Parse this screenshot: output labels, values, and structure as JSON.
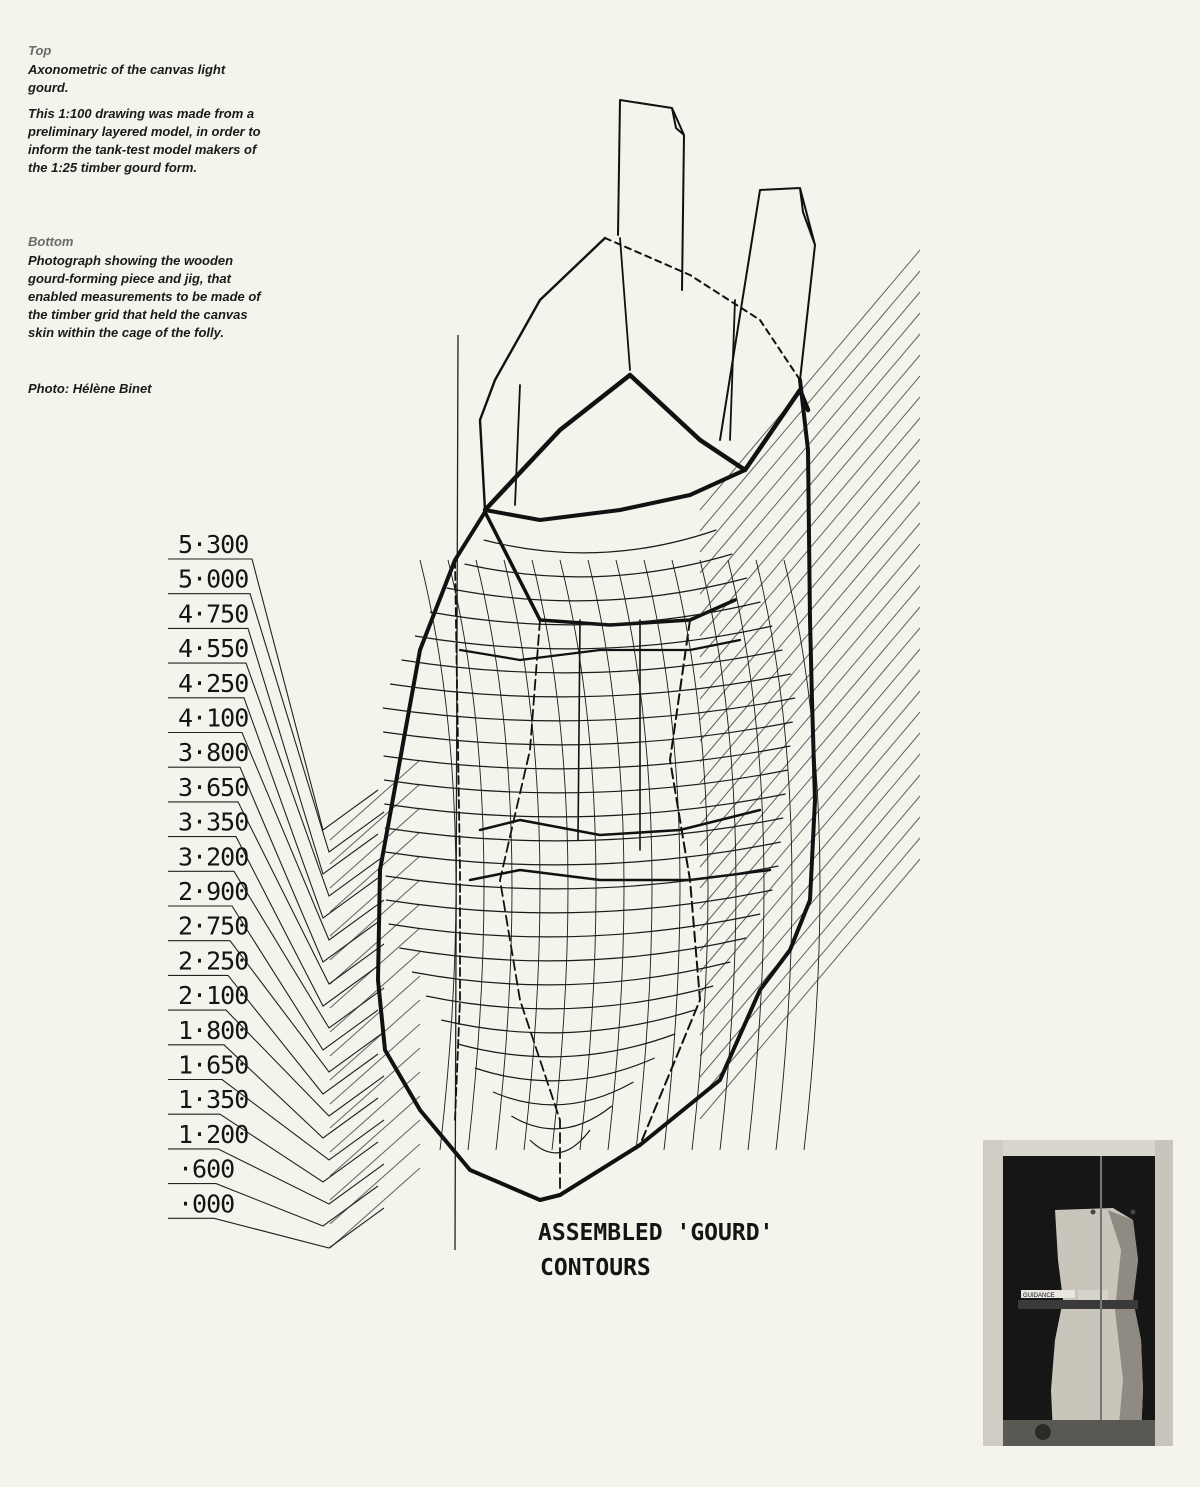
{
  "captions": {
    "top": {
      "heading": "Top",
      "title": "Axonometric of the canvas light gourd.",
      "body": "This 1:100 drawing was made from a preliminary layered model, in order to inform the tank-test model makers of the 1:25 timber gourd form."
    },
    "bottom": {
      "heading": "Bottom",
      "body": "Photograph showing the wooden gourd-forming piece and jig, that enabled measurements to be made of the timber grid that held the canvas skin within the cage of the folly."
    },
    "credit": "Photo: Hélène Binet"
  },
  "drawing": {
    "levels": [
      "5·300",
      "5·000",
      "4·750",
      "4·550",
      "4·250",
      "4·100",
      "3·800",
      "3·650",
      "3·350",
      "3·200",
      "2·900",
      "2·750",
      "2·250",
      "2·100",
      "1·800",
      "1·650",
      "1·350",
      "1·200",
      "·600",
      "·000"
    ],
    "annotation_line1": "ASSEMBLED 'GOURD'",
    "annotation_line2": "CONTOURS"
  },
  "photo": {
    "label": "GUIDANCE"
  }
}
